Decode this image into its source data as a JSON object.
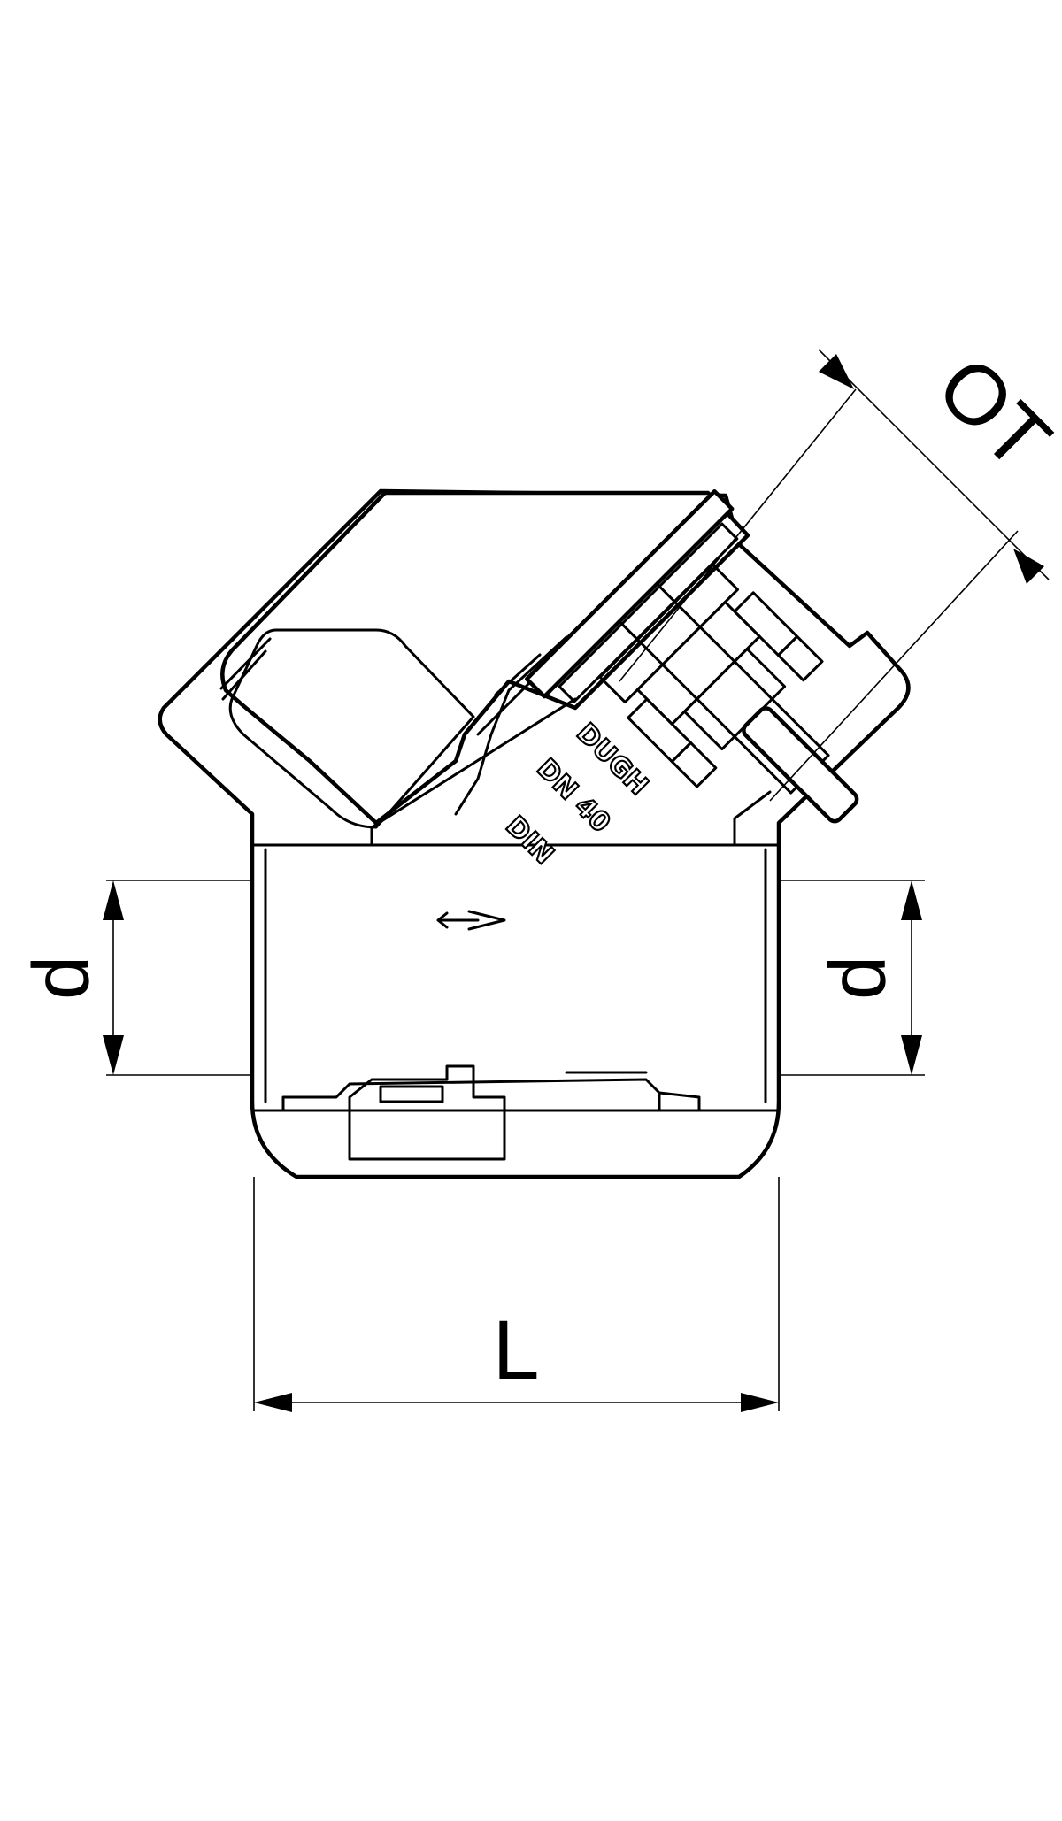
{
  "labels": {
    "outlet_dimension": "OT",
    "diameter_left": "d",
    "diameter_right": "d",
    "length": "L"
  },
  "body_markings": {
    "line1": "DUGH",
    "line2": "DN 40",
    "line3": "DIN"
  },
  "colors": {
    "line": "#000000",
    "background": "#ffffff"
  }
}
